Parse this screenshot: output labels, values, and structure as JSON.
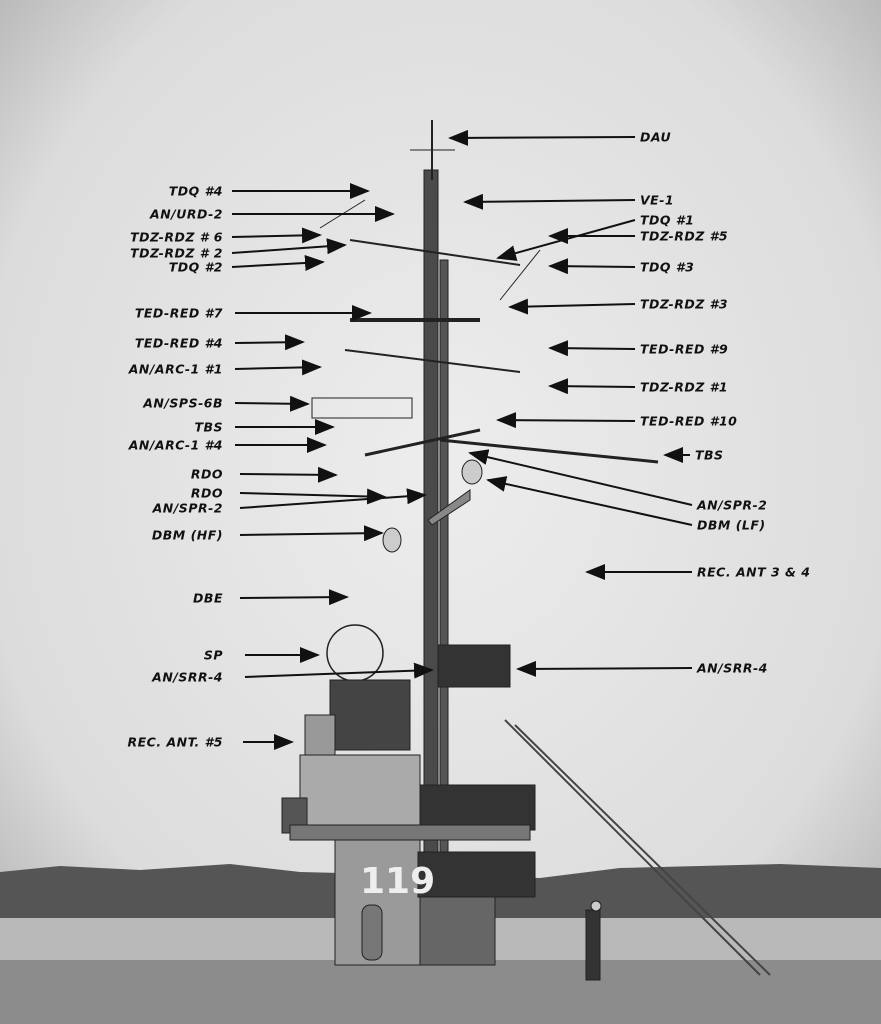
{
  "left_labels": [
    "TDQ #4",
    "AN/URD-2",
    "TDZ-RDZ # 6",
    "TDZ-RDZ # 2",
    "TDQ #2",
    "TED-RED #7",
    "TED-RED #4",
    "AN/ARC-1 #1",
    "AN/SPS-6B",
    "TBS",
    "AN/ARC-1 #4",
    "RDO",
    "RDO",
    "AN/SPR-2",
    "DBM (HF)",
    "DBE",
    "SP",
    "AN/SRR-4",
    "REC. ANT. #5"
  ],
  "right_labels": [
    "DAU",
    "VE-1",
    "TDQ #1",
    "TDZ-RDZ #5",
    "TDQ #3",
    "TDZ-RDZ #3",
    "TED-RED #9",
    "TDZ-RDZ #1",
    "TED-RED #10",
    "TBS",
    "AN/SPR-2",
    "DBM (LF)",
    "REC. ANT 3 & 4",
    "AN/SRR-4"
  ],
  "hull_number": "119"
}
